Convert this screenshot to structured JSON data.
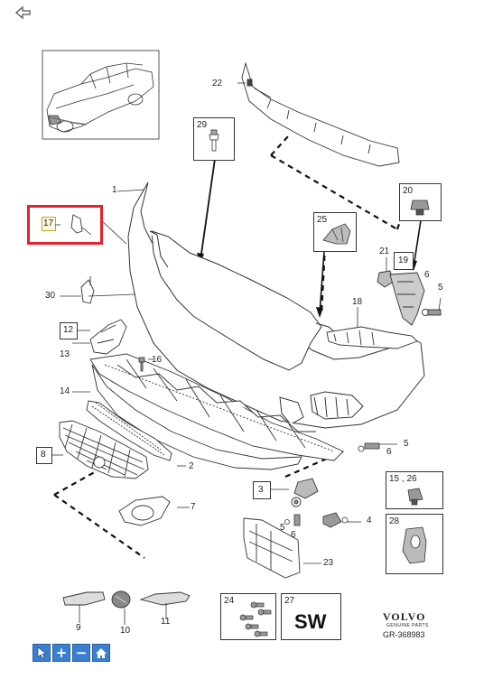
{
  "nav": {
    "back_icon": "back-arrow-icon"
  },
  "callouts": {
    "c1": "1",
    "c2": "2",
    "c3": "3",
    "c4": "4",
    "c5a": "5",
    "c5b": "5",
    "c5c": "5",
    "c6a": "6",
    "c6b": "6",
    "c6c": "6",
    "c7": "7",
    "c8": "8",
    "c9": "9",
    "c10": "10",
    "c11": "11",
    "c12": "12",
    "c13": "13",
    "c14": "14",
    "c16": "16",
    "c17": "17",
    "c18": "18",
    "c19": "19",
    "c20": "20",
    "c21": "21",
    "c22": "22",
    "c23": "23",
    "c24": "24",
    "c25": "25",
    "c27": "27",
    "c28": "28",
    "c29": "29",
    "c30": "30",
    "c15_26": "15 , 26"
  },
  "box27_text": "SW",
  "logo": {
    "brand": "VOLVO",
    "tagline": "GENUINE PARTS",
    "part_number": "GR-368983"
  },
  "highlight_color": "#e0242b",
  "toolbar": {
    "pointer_icon": "pointer-icon",
    "zoom_in": "+",
    "zoom_out": "−",
    "home_icon": "home-icon"
  }
}
